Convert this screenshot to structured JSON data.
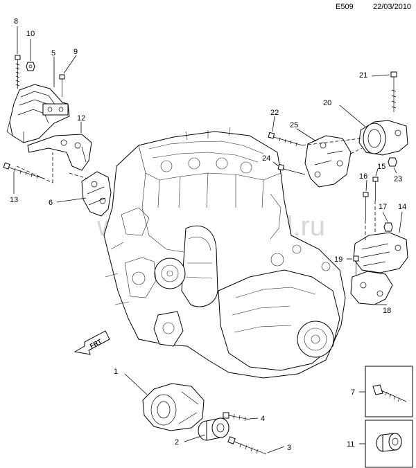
{
  "header": {
    "code": "E509",
    "date": "22/03/2010"
  },
  "watermark": "www.amsoldrad.ru",
  "direction_label": "FRT",
  "callouts": [
    "1",
    "2",
    "3",
    "4",
    "6",
    "7",
    "8",
    "9",
    "10",
    "11",
    "12",
    "13",
    "14",
    "15",
    "16",
    "17",
    "18",
    "19",
    "20",
    "21",
    "22",
    "23",
    "24",
    "25"
  ]
}
